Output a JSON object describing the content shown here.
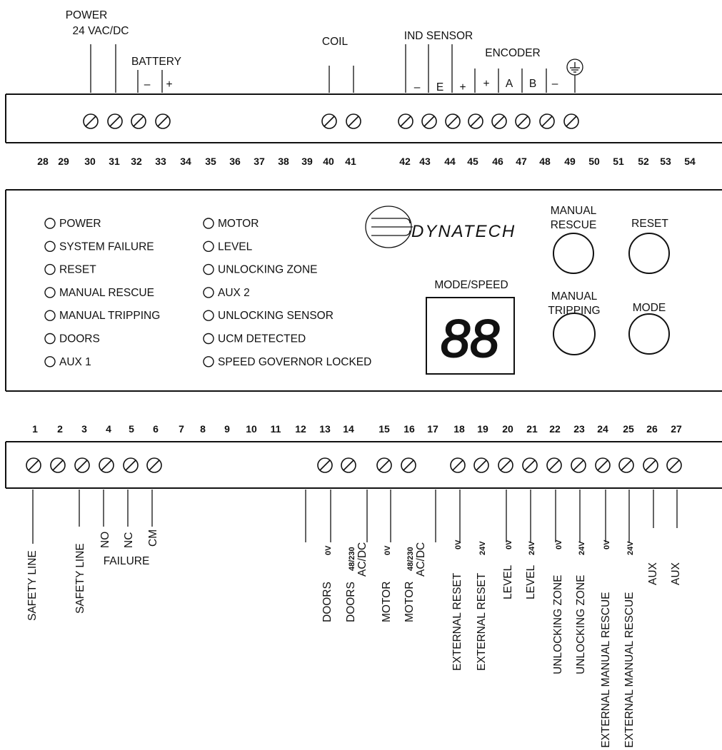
{
  "top_terminal_groups": {
    "power": [
      "POWER",
      "24 VAC/DC"
    ],
    "battery": {
      "title": "BATTERY",
      "minus": "–",
      "plus": "+"
    },
    "coil": "COIL",
    "ind_sensor": {
      "title": "IND SENSOR",
      "pins": [
        "–",
        "E",
        "+"
      ]
    },
    "encoder": {
      "title": "ENCODER",
      "pins": [
        "+",
        "A",
        "B",
        "–"
      ]
    },
    "ground_symbol": "earth-ground-icon"
  },
  "top_numbers": [
    "28",
    "29",
    "30",
    "31",
    "32",
    "33",
    "34",
    "35",
    "36",
    "37",
    "38",
    "39",
    "40",
    "41",
    "42",
    "43",
    "44",
    "45",
    "46",
    "47",
    "48",
    "49",
    "50",
    "51",
    "52",
    "53",
    "54"
  ],
  "bottom_numbers": [
    "1",
    "2",
    "3",
    "4",
    "5",
    "6",
    "7",
    "8",
    "9",
    "10",
    "11",
    "12",
    "13",
    "14",
    "15",
    "16",
    "17",
    "18",
    "19",
    "20",
    "21",
    "22",
    "23",
    "24",
    "25",
    "26",
    "27"
  ],
  "leds_left": [
    "POWER",
    "SYSTEM FAILURE",
    "RESET",
    "MANUAL RESCUE",
    "MANUAL TRIPPING",
    "DOORS",
    "AUX 1"
  ],
  "leds_right": [
    "MOTOR",
    "LEVEL",
    "UNLOCKING ZONE",
    "AUX 2",
    "UNLOCKING SENSOR",
    "UCM DETECTED",
    "SPEED GOVERNOR LOCKED"
  ],
  "brand": "DYNATECH",
  "display": {
    "title": "MODE/SPEED",
    "digits": "88"
  },
  "buttons": {
    "manual_rescue": [
      "MANUAL",
      "RESCUE"
    ],
    "reset": "RESET",
    "manual_tripping": [
      "MANUAL",
      "TRIPPING"
    ],
    "mode": "MODE"
  },
  "bottom_labels": {
    "safety_line_1": "SAFETY LINE",
    "safety_line_2": "SAFETY LINE",
    "failure": {
      "title": "FAILURE",
      "pins": [
        "NO",
        "NC",
        "CM"
      ]
    },
    "doors_0v": {
      "text": "DOORS",
      "sub": "0V"
    },
    "doors_ac": {
      "text": "DOORS",
      "sub": [
        "48/230",
        "AC/DC"
      ]
    },
    "motor_0v": {
      "text": "MOTOR",
      "sub": "0V"
    },
    "motor_ac": {
      "text": "MOTOR",
      "sub": [
        "48/230",
        "AC/DC"
      ]
    },
    "ext_reset_0v": {
      "text": "EXTERNAL RESET",
      "sub": "0V"
    },
    "ext_reset_24v": {
      "text": "EXTERNAL RESET",
      "sub": "24V"
    },
    "level_0v": {
      "text": "LEVEL",
      "sub": "0V"
    },
    "level_24v": {
      "text": "LEVEL",
      "sub": "24V"
    },
    "unlock_0v": {
      "text": "UNLOCKING ZONE",
      "sub": "0V"
    },
    "unlock_24v": {
      "text": "UNLOCKING ZONE",
      "sub": "24V"
    },
    "emr_0v": {
      "text": "EXTERNAL MANUAL RESCUE",
      "sub": "0V"
    },
    "emr_24v": {
      "text": "EXTERNAL MANUAL RESCUE",
      "sub": "24V"
    },
    "aux_1": "AUX",
    "aux_2": "AUX"
  }
}
